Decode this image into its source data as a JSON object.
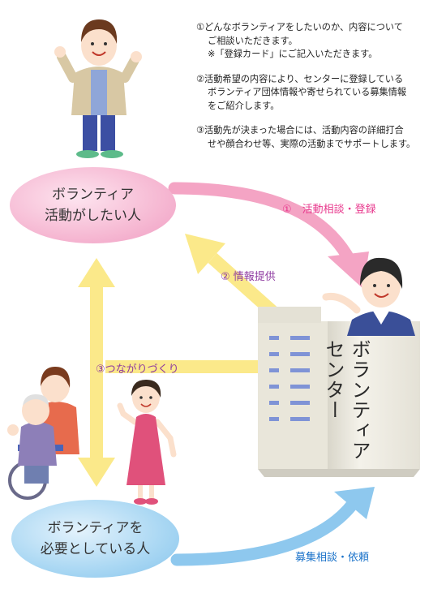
{
  "notes": [
    {
      "lines": [
        "①どんなボランティアをしたいのか、内容について",
        "ご相談いただきます。",
        "※「登録カード」にご記入いただきます。"
      ]
    },
    {
      "lines": [
        "②活動希望の内容により、センターに登録している",
        "ボランティア団体情報や寄せられている募集情報",
        "をご紹介します。"
      ]
    },
    {
      "lines": [
        "③活動先が決まった場合には、活動内容の詳細打合",
        "せや顔合わせ等、実際の活動までサポートします。"
      ]
    }
  ],
  "nodes": {
    "volunteer": {
      "line1": "ボランティア",
      "line2": "活動がしたい人"
    },
    "needs": {
      "line1": "ボランティアを",
      "line2": "必要としている人"
    },
    "center": {
      "col1": "ボランティア",
      "col2": "センター"
    }
  },
  "arrows": {
    "consult": {
      "label": "①　活動相談・登録",
      "color": "#f4a4c4"
    },
    "info": {
      "label": "② 情報提供",
      "color": "#fbe98a"
    },
    "connect": {
      "label": "③つながりづくり",
      "color": "#fbe98a"
    },
    "recruit": {
      "label": "募集相談・依頼",
      "color": "#8ec8ee"
    }
  },
  "colors": {
    "pink_node": "#f6b9d3",
    "blue_node": "#a9d7f3",
    "building": "#f1efe6",
    "window": "#7f93d6",
    "label_pink": "#e8388d",
    "label_purple": "#8e3aa0",
    "label_blue": "#1a72c9"
  }
}
